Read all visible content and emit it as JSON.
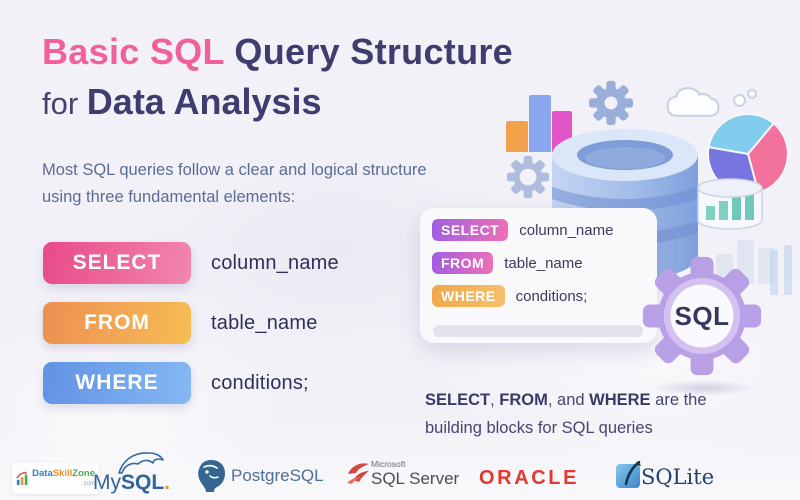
{
  "title": {
    "accent": "Basic SQL",
    "rest": " Query Structure",
    "line2_prefix": "for ",
    "line2_main": "Data Analysis"
  },
  "intro": {
    "line1": "Most SQL queries follow a clear and logical structure",
    "line2": "using three fundamental elements:"
  },
  "keywords": [
    {
      "label": "SELECT",
      "value": "column_name"
    },
    {
      "label": "FROM",
      "value": "table_name"
    },
    {
      "label": "WHERE",
      "value": "conditions;"
    }
  ],
  "code_card": {
    "rows": [
      {
        "keyword": "SELECT",
        "value": "column_name"
      },
      {
        "keyword": "FROM",
        "value": "table_name"
      },
      {
        "keyword": "WHERE",
        "value": "conditions;"
      }
    ]
  },
  "gear_badge": {
    "label": "SQL"
  },
  "footnote": {
    "kw1": "SELECT",
    "sep1": ", ",
    "kw2": "FROM",
    "sep2": ", and ",
    "kw3": "WHERE",
    "tail1": " are the",
    "line2": "building blocks for SQL queries"
  },
  "logos": {
    "dataskillzone": {
      "part1": "Data",
      "part2": "Skill",
      "part3": "Zone",
      "tld": ".com"
    },
    "mysql": {
      "prefix": "My",
      "suffix": "SQL",
      "dot": "."
    },
    "postgresql": {
      "label": "PostgreSQL"
    },
    "sqlserver": {
      "brand": "Microsoft",
      "product": "SQL Server"
    },
    "oracle": {
      "label": "ORACLE"
    },
    "sqlite": {
      "label": "SQLite"
    }
  },
  "colors": {
    "accent_pink": "#f2609b",
    "navy": "#3f3c70",
    "intro_text": "#5b6d95",
    "select_badge": [
      "#e84a89",
      "#f287ad"
    ],
    "from_badge": [
      "#ee8f52",
      "#f6bd55"
    ],
    "where_badge": [
      "#6192e4",
      "#85b8f4"
    ],
    "card_purple_pink": [
      "#a05ee2",
      "#ef6fb7"
    ],
    "card_amber": [
      "#f0a84e",
      "#f5c169"
    ],
    "gear_purple": "#b99fe6",
    "oracle_red": "#e03a30",
    "mysql_blue": "#31639c",
    "postgres_blue": "#336791",
    "sqlite_navy": "#22406b"
  }
}
